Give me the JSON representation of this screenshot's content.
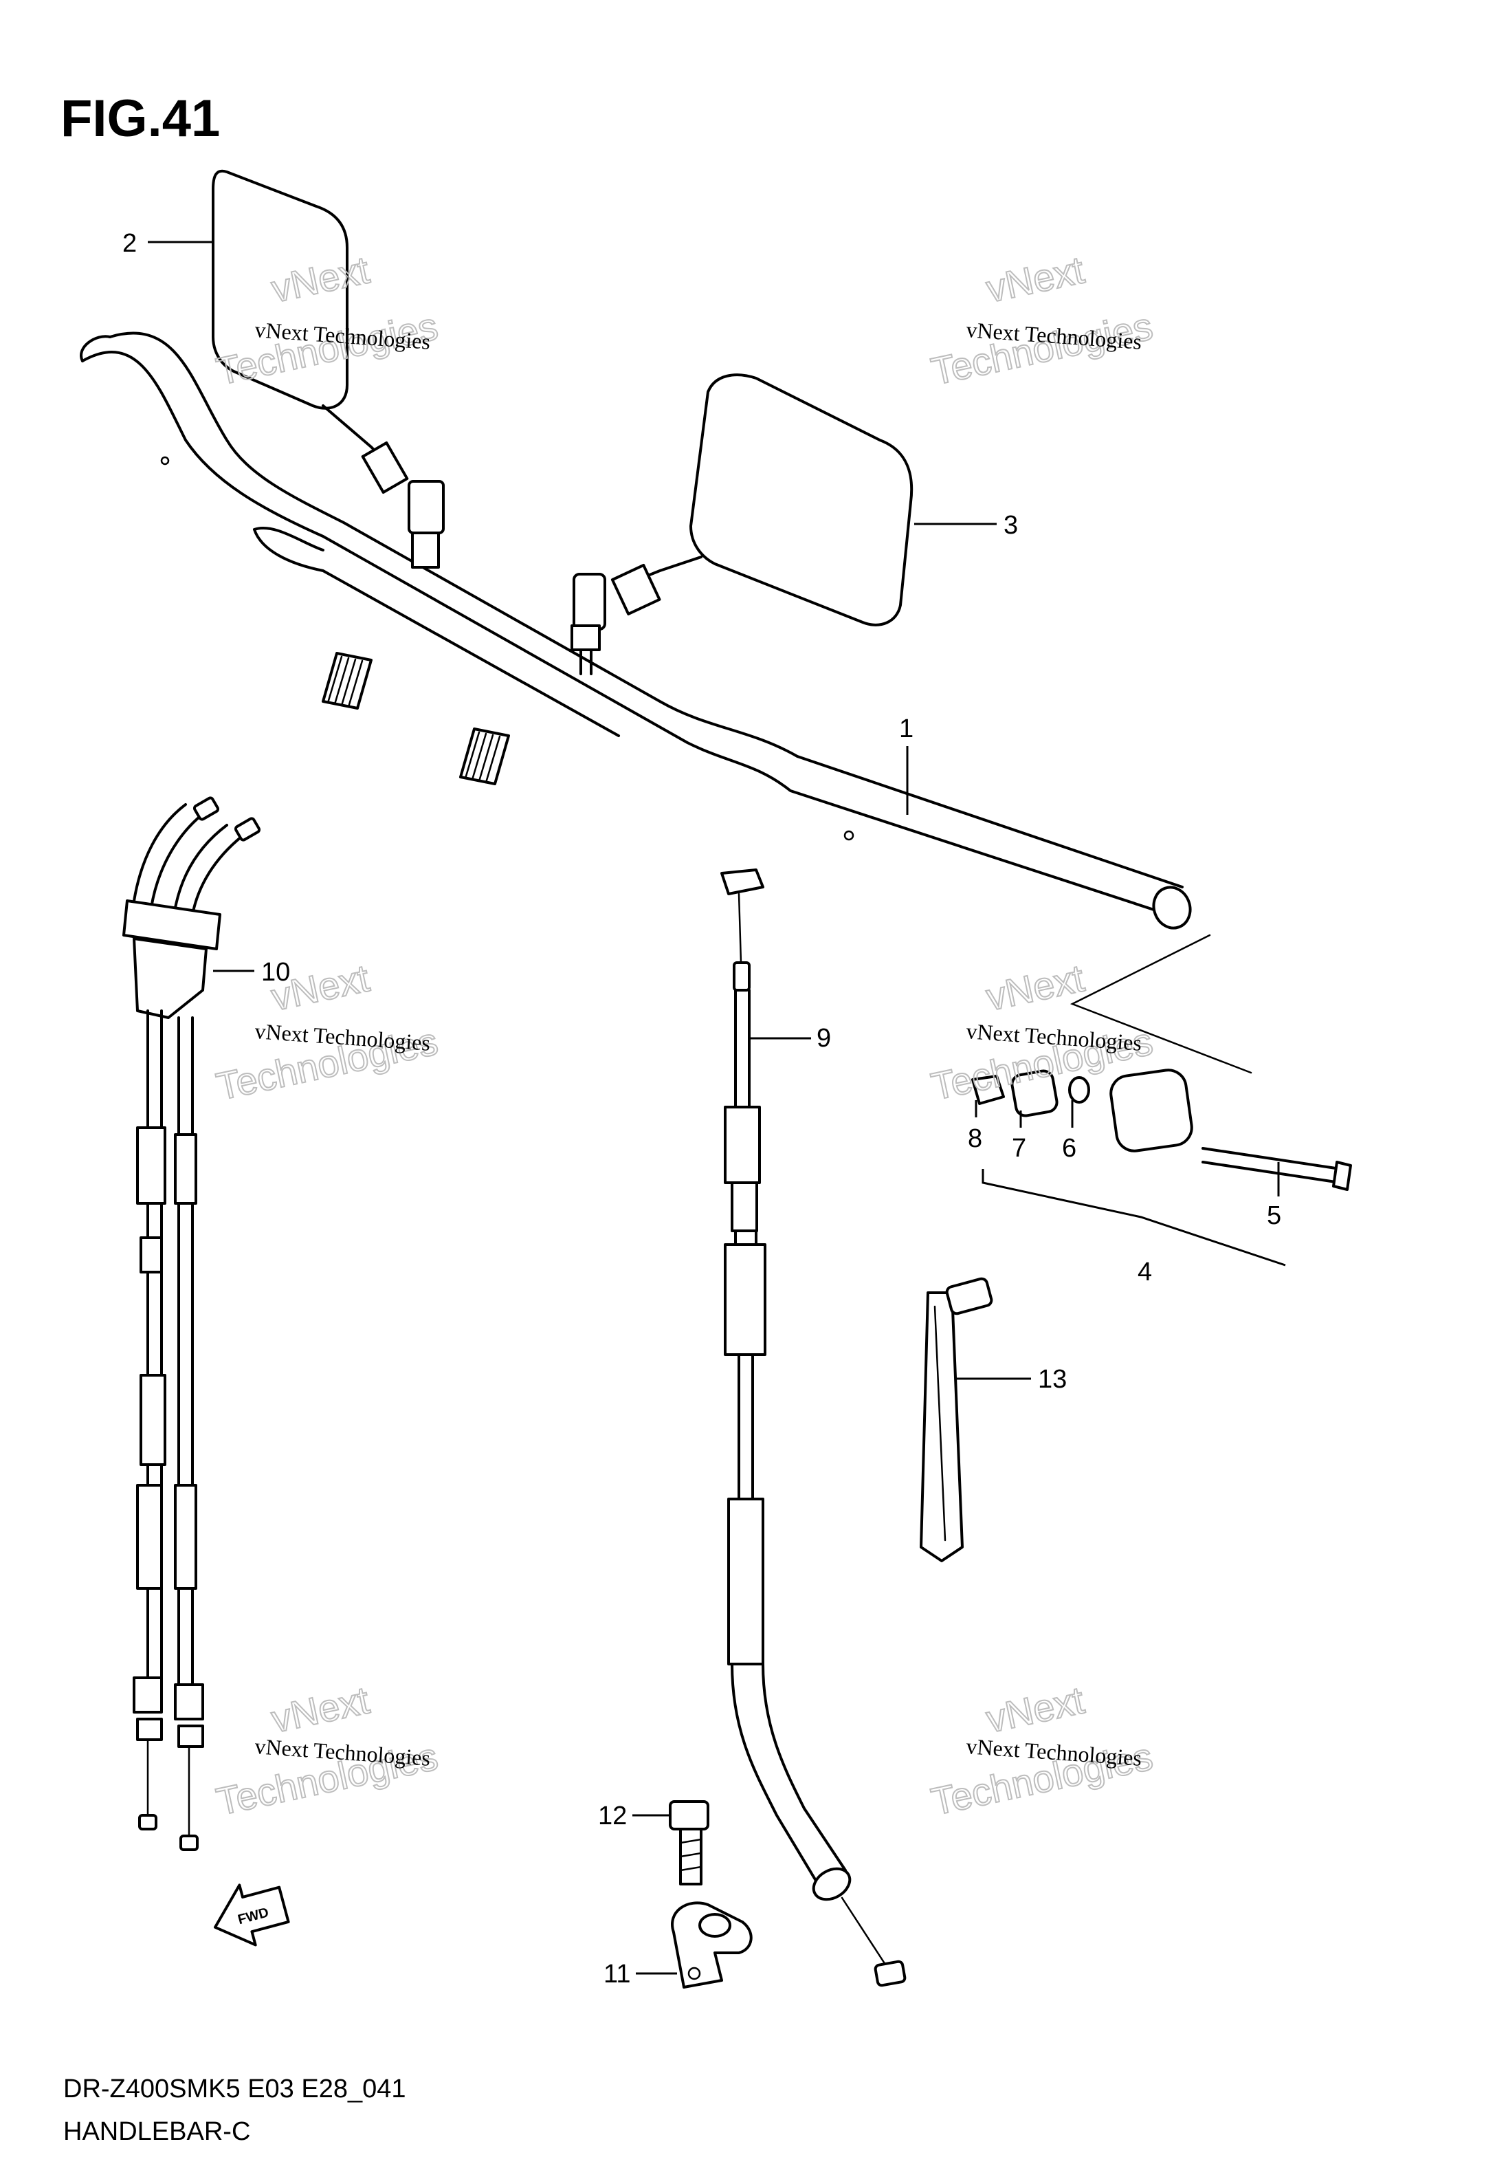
{
  "figure": {
    "title": "FIG.41"
  },
  "callouts": [
    {
      "id": "1",
      "text": "1"
    },
    {
      "id": "2",
      "text": "2"
    },
    {
      "id": "3",
      "text": "3"
    },
    {
      "id": "4",
      "text": "4"
    },
    {
      "id": "5",
      "text": "5"
    },
    {
      "id": "6",
      "text": "6"
    },
    {
      "id": "7",
      "text": "7"
    },
    {
      "id": "8",
      "text": "8"
    },
    {
      "id": "9",
      "text": "9"
    },
    {
      "id": "10",
      "text": "10"
    },
    {
      "id": "11",
      "text": "11"
    },
    {
      "id": "12",
      "text": "12"
    },
    {
      "id": "13",
      "text": "13"
    }
  ],
  "watermark": {
    "line1": "vNext Technologies",
    "line2": "Technologies",
    "line3": "vNext"
  },
  "fwd_label": "FWD",
  "footer": {
    "model_code": "DR-Z400SMK5 E03 E28_041",
    "section_name": "HANDLEBAR-C"
  }
}
